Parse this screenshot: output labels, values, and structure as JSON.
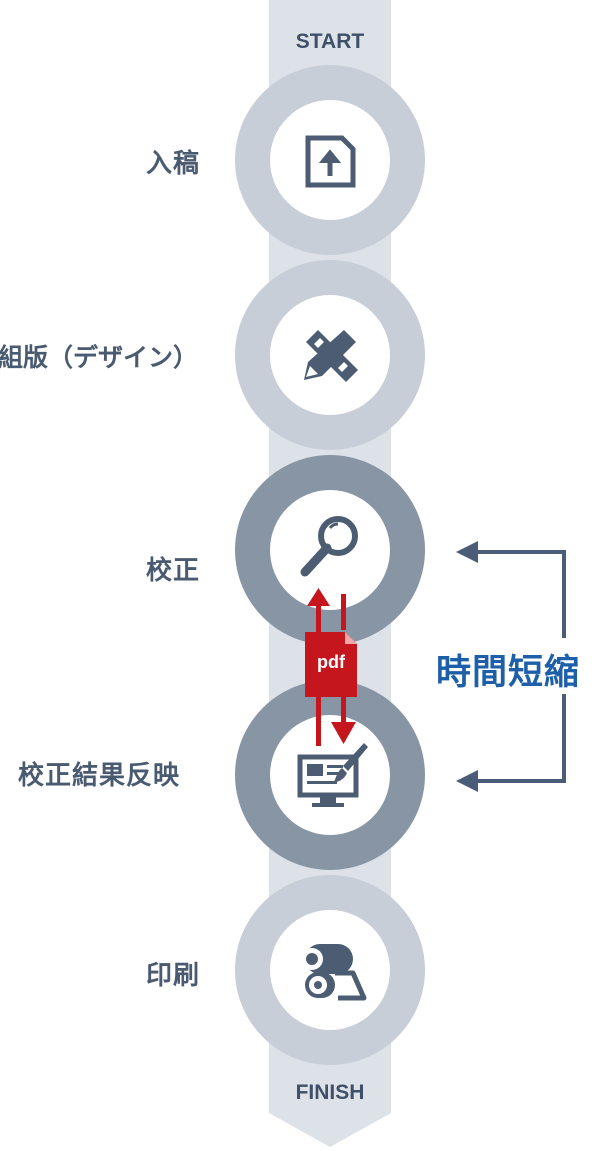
{
  "flow": {
    "start_label": "START",
    "finish_label": "FINISH",
    "steps": [
      {
        "label": "入稿",
        "icon": "file-upload-icon",
        "emphasis": false
      },
      {
        "label": "組版（デザイン）",
        "icon": "pencil-ruler-icon",
        "emphasis": false
      },
      {
        "label": "校正",
        "icon": "magnifier-icon",
        "emphasis": true
      },
      {
        "label": "校正結果反映",
        "icon": "monitor-brush-icon",
        "emphasis": true
      },
      {
        "label": "印刷",
        "icon": "printer-roller-icon",
        "emphasis": false
      }
    ],
    "pdf_badge": "pdf",
    "shortening_label": "時間短縮"
  },
  "colors": {
    "track": "#dde1e8",
    "ring_light": "#c8ced8",
    "ring_dark": "#8795a5",
    "icon": "#4c5d73",
    "pdf_red": "#c4161c",
    "bracket": "#4a5c78",
    "highlight_text": "#1d5fa8"
  }
}
